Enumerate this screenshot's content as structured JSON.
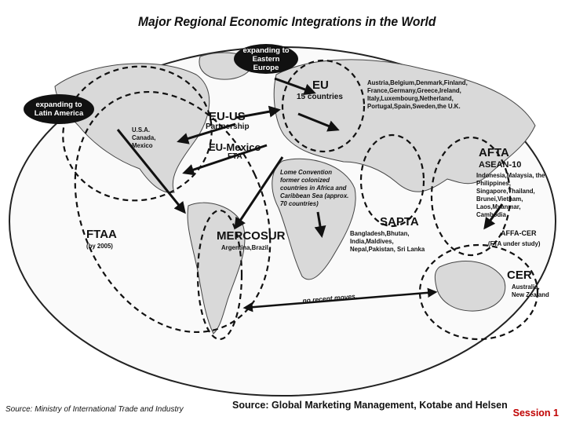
{
  "title": "Major Regional Economic Integrations in the World",
  "callouts": {
    "eastern_europe": "expanding to Eastern Europe",
    "latin_america": "expanding to Latin America"
  },
  "regions": {
    "eu": {
      "name": "EU",
      "sub": "15 countries",
      "members": "Austria,Belgium,Denmark,Finland, France,Germany,Greece,Ireland, Italy,Luxembourg,Netherland, Portugal,Spain,Sweden,the U.K."
    },
    "eu_us": {
      "name": "EU-US",
      "sub": "Partnership"
    },
    "us_members": "U.S.A. Canada, Mexico",
    "eu_mexico": {
      "name": "EU-Mexico",
      "sub": "FTA"
    },
    "lome": "Lome Convention former colonized countries in Africa and Caribbean Sea (approx. 70 countries)",
    "afta": {
      "name": "AFTA",
      "sub": "ASEAN-10",
      "members": "Indonesia,Malaysia, the Philippines, Singapore,Thailand, Brunei,Vietnam, Laos,Myanmar, Cambodia"
    },
    "sapta": {
      "name": "SAPTA",
      "members": "Bangladesh,Bhutan, India,Maldives, Nepal,Pakistan, Sri Lanka"
    },
    "affa_cer": {
      "name": "AFFA-CER",
      "sub": "(FTA under study)"
    },
    "ftaa": {
      "name": "FTAA",
      "sub": "(by 2005)"
    },
    "mercosur": {
      "name": "MERCOSUR",
      "members": "Argentina,Brazil,"
    },
    "cer": {
      "name": "CER",
      "members": "Australia, New Zealand"
    },
    "no_recent": "no recent moves."
  },
  "footer": {
    "source_left": "Source: Ministry of International Trade and Industry",
    "source_main": "Source: Global Marketing Management, Kotabe and Helsen",
    "session": "Session 1"
  }
}
